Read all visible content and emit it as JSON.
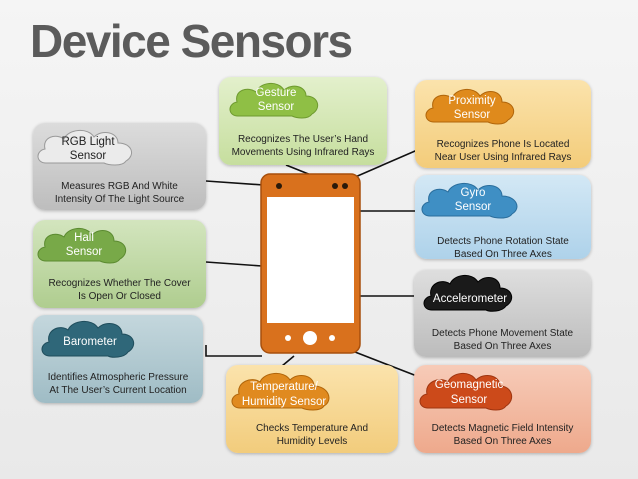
{
  "title": "Device Sensors",
  "sensors": {
    "gesture": {
      "name_line1": "Gesture",
      "name_line2": "Sensor",
      "desc_line1": "Recognizes The User’s Hand",
      "desc_line2": "Movements Using Infrared Rays"
    },
    "rgb": {
      "name_line1": "RGB Light",
      "name_line2": "Sensor",
      "desc_line1": "Measures RGB And White",
      "desc_line2": "Intensity Of The Light Source"
    },
    "proximity": {
      "name_line1": "Proximity",
      "name_line2": "Sensor",
      "desc_line1": "Recognizes Phone Is Located",
      "desc_line2": "Near User Using Infrared Rays"
    },
    "gyro": {
      "name_line1": "Gyro",
      "name_line2": "Sensor",
      "desc_line1": "Detects Phone Rotation State",
      "desc_line2": "Based On Three Axes"
    },
    "hall": {
      "name_line1": "Hall",
      "name_line2": "Sensor",
      "desc_line1": "Recognizes Whether The Cover",
      "desc_line2": "Is Open Or Closed"
    },
    "accelerometer": {
      "name_line1": "Accelerometer",
      "desc_line1": "Detects Phone Movement State",
      "desc_line2": "Based On Three Axes"
    },
    "barometer": {
      "name_line1": "Barometer",
      "desc_line1": "Identifies Atmospheric Pressure",
      "desc_line2": "At The User’s Current Location"
    },
    "temperature": {
      "name_line1": "Temperature/",
      "name_line2": "Humidity Sensor",
      "desc_line1": "Checks Temperature And",
      "desc_line2": "Humidity Levels"
    },
    "geomagnetic": {
      "name_line1": "Geomagnetic",
      "name_line2": "Sensor",
      "desc_line1": "Detects Magnetic Field Intensity",
      "desc_line2": "Based On Three Axes"
    }
  },
  "colors": {
    "phone": "#d9711d",
    "gesture_box": "#c9e0a3",
    "gesture_cloud": "#8fbf45",
    "rgb_box": "#c7c7c7",
    "rgb_cloud": "#e4e4e4",
    "proximity_box": "#f6d48c",
    "proximity_cloud": "#df8a1c",
    "gyro_box": "#b7d8ee",
    "gyro_cloud": "#3f8fc4",
    "hall_box": "#b8d39a",
    "hall_cloud": "#78a948",
    "accelerometer_box": "#c4c4c4",
    "accelerometer_cloud": "#1a1a1a",
    "barometer_box": "#a8c4cc",
    "barometer_cloud": "#2f6779",
    "temperature_box": "#f5d58f",
    "temperature_cloud": "#e08a1f",
    "geomagnetic_box": "#f2b49a",
    "geomagnetic_cloud": "#cc4a1a"
  }
}
